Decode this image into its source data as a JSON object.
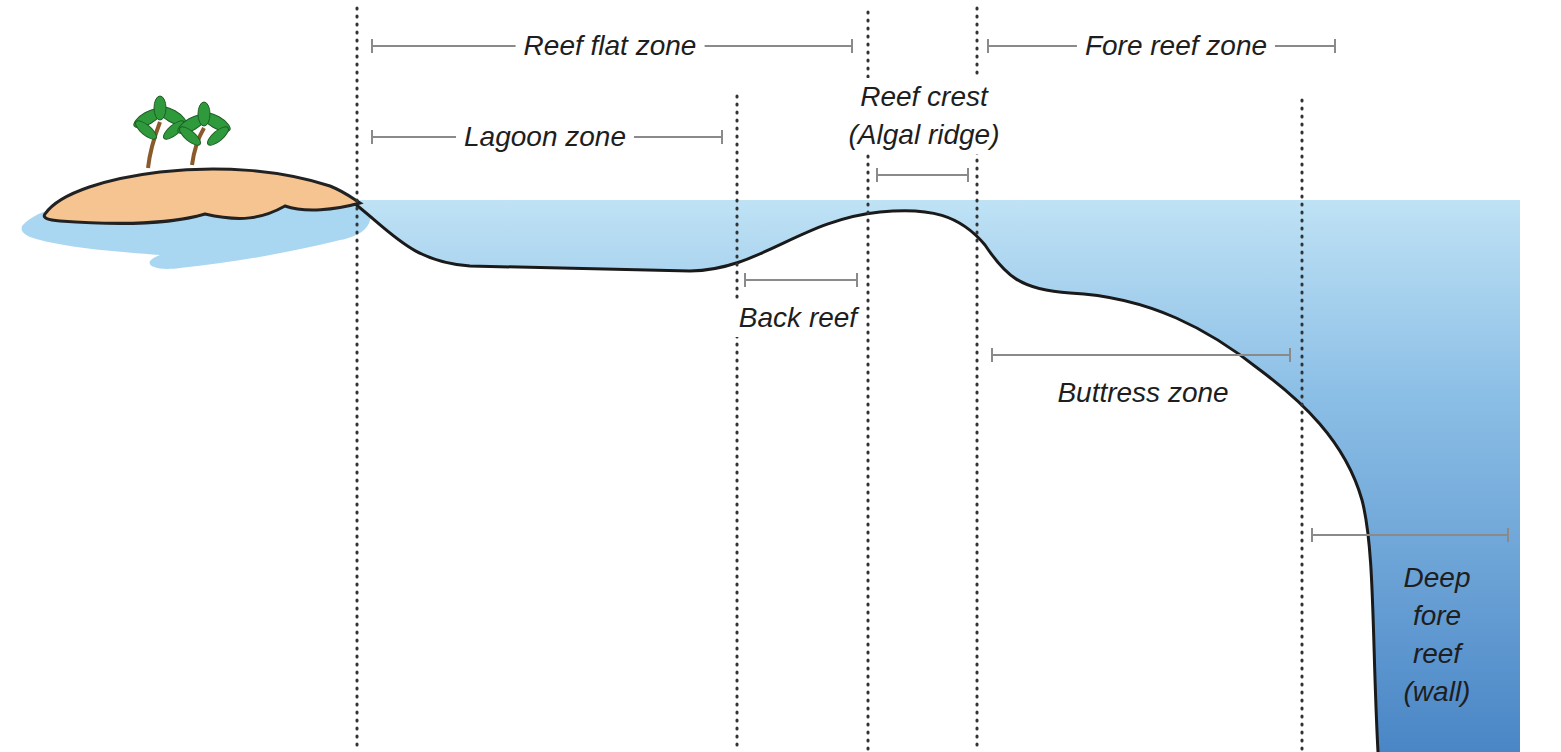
{
  "diagram": {
    "labels": [
      "Reef flat zone",
      "Lagoon zone",
      "Reef crest (Algal ridge)",
      "Fore reef zone",
      "Back reef",
      "Buttress zone",
      "Deep fore reef (wall)"
    ]
  }
}
